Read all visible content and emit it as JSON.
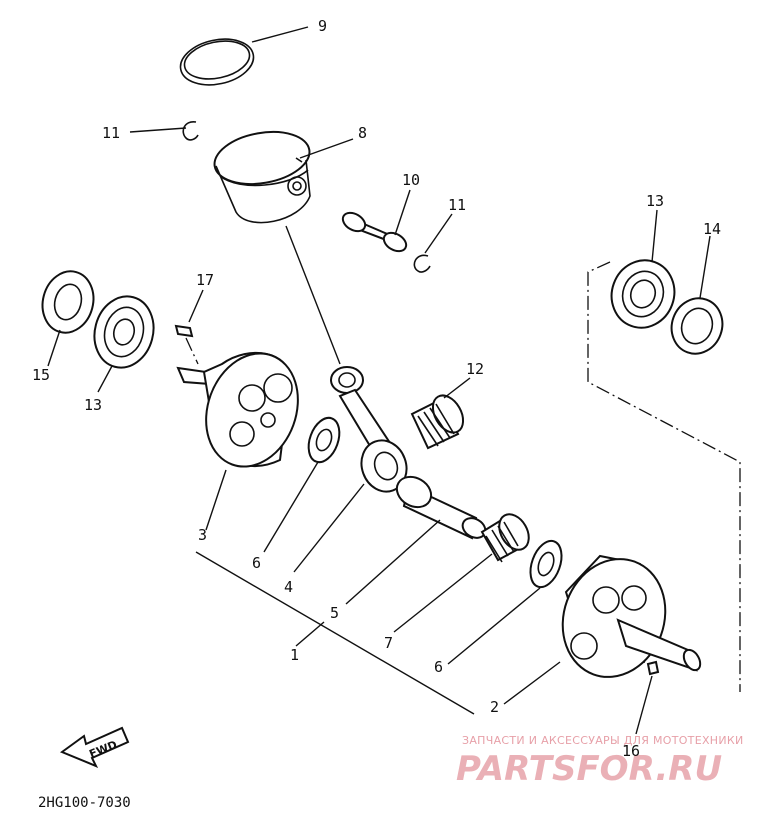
{
  "diagram_code": "2HG100-7030",
  "fwd_label": "FWD",
  "watermark": {
    "tagline": "ЗАПЧАСТИ И АКСЕССУАРЫ ДЛЯ МОТОТЕХНИКИ",
    "brand": "PARTSFOR.RU"
  },
  "callouts": [
    {
      "id": "c9",
      "label": "9"
    },
    {
      "id": "c11a",
      "label": "11"
    },
    {
      "id": "c8",
      "label": "8"
    },
    {
      "id": "c10",
      "label": "10"
    },
    {
      "id": "c11b",
      "label": "11"
    },
    {
      "id": "c13a",
      "label": "13"
    },
    {
      "id": "c14",
      "label": "14"
    },
    {
      "id": "c17",
      "label": "17"
    },
    {
      "id": "c15",
      "label": "15"
    },
    {
      "id": "c13b",
      "label": "13"
    },
    {
      "id": "c12",
      "label": "12"
    },
    {
      "id": "c3",
      "label": "3"
    },
    {
      "id": "c6a",
      "label": "6"
    },
    {
      "id": "c4",
      "label": "4"
    },
    {
      "id": "c5",
      "label": "5"
    },
    {
      "id": "c1",
      "label": "1"
    },
    {
      "id": "c7",
      "label": "7"
    },
    {
      "id": "c6b",
      "label": "6"
    },
    {
      "id": "c2",
      "label": "2"
    },
    {
      "id": "c16",
      "label": "16"
    }
  ]
}
